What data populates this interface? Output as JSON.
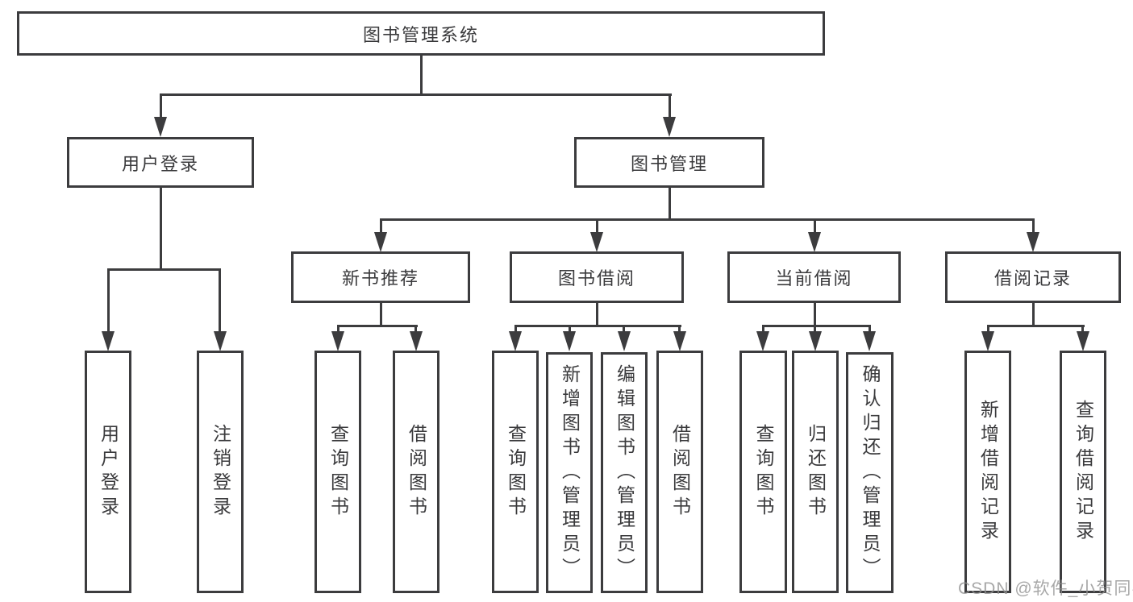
{
  "tree": {
    "label": "图书管理系统",
    "children": [
      {
        "label": "用户登录",
        "children": [
          {
            "label": "用户登录"
          },
          {
            "label": "注销登录"
          }
        ]
      },
      {
        "label": "图书管理",
        "children": [
          {
            "label": "新书推荐",
            "children": [
              {
                "label": "查询图书"
              },
              {
                "label": "借阅图书"
              }
            ]
          },
          {
            "label": "图书借阅",
            "children": [
              {
                "label": "查询图书"
              },
              {
                "label": "新增图书（管理员）"
              },
              {
                "label": "编辑图书（管理员）"
              },
              {
                "label": "借阅图书"
              }
            ]
          },
          {
            "label": "当前借阅",
            "children": [
              {
                "label": "查询图书"
              },
              {
                "label": "归还图书"
              },
              {
                "label": "确认归还（管理员）"
              }
            ]
          },
          {
            "label": "借阅记录",
            "children": [
              {
                "label": "新增借阅记录"
              },
              {
                "label": "查询借阅记录"
              }
            ]
          }
        ]
      }
    ]
  },
  "watermark": {
    "text": "CSDN @软件_小贺同学"
  },
  "colors": {
    "line": "#3c3c3e",
    "text": "#3a3a3c",
    "background": "#ffffff",
    "watermark": "#919191"
  }
}
